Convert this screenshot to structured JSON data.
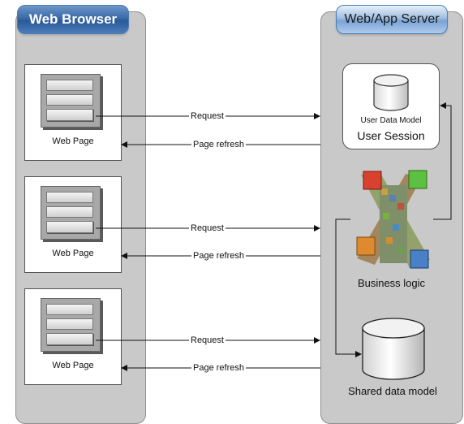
{
  "browser": {
    "title": "Web Browser",
    "pages": [
      {
        "label": "Web Page"
      },
      {
        "label": "Web Page"
      },
      {
        "label": "Web Page"
      }
    ]
  },
  "server": {
    "title": "Web/App Server",
    "session": {
      "model_label": "User Data Model",
      "title": "User Session"
    },
    "business_logic_label": "Business logic",
    "shared_model_label": "Shared data model"
  },
  "arrows": {
    "request_label": "Request",
    "refresh_label": "Page refresh"
  }
}
